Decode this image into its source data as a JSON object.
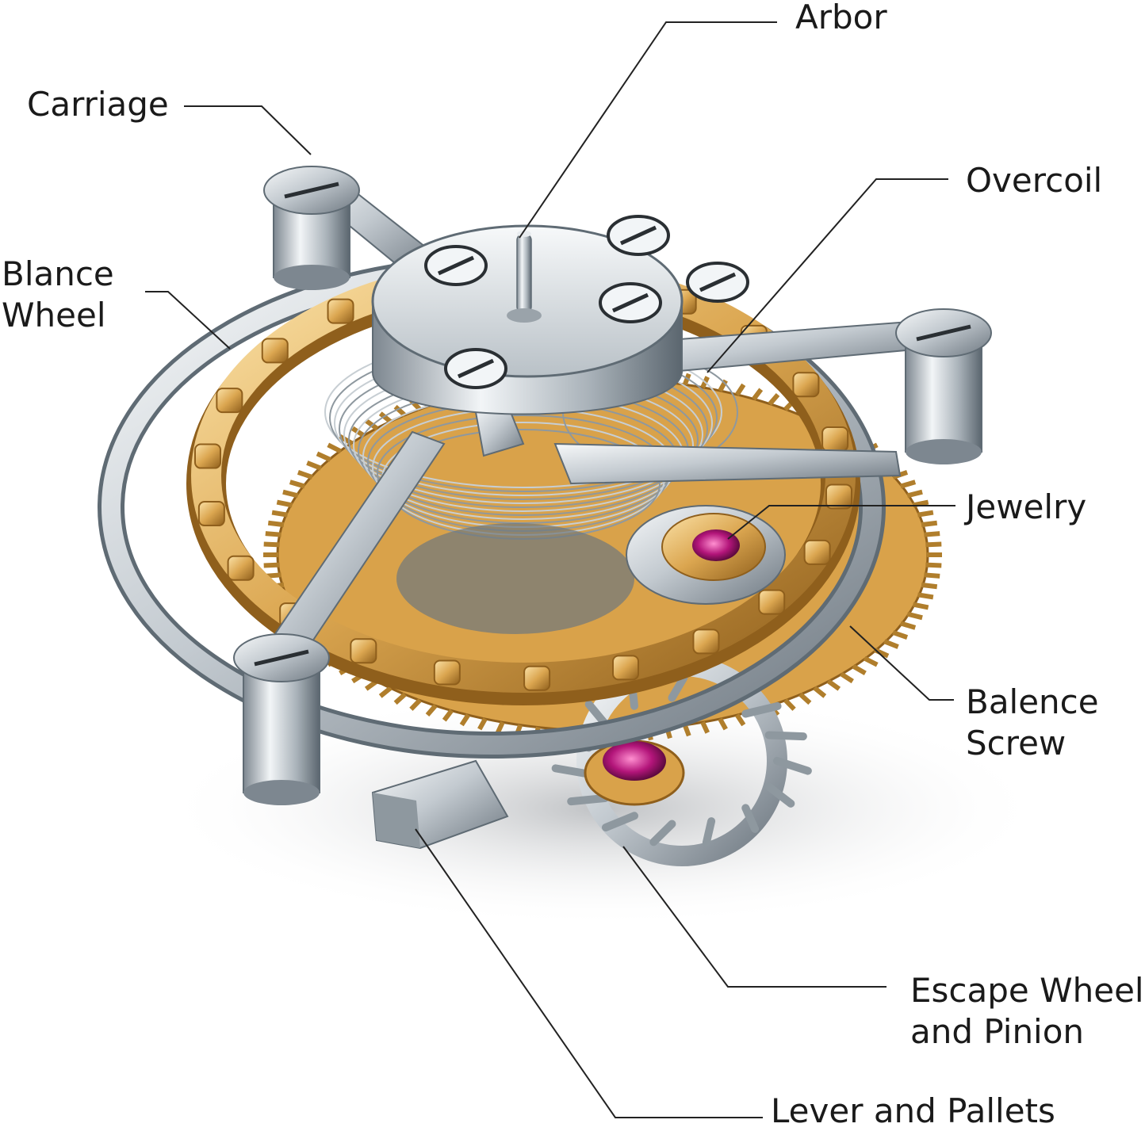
{
  "diagram": {
    "labels": {
      "arbor": "Arbor",
      "carriage": "Carriage",
      "overcoil": "Overcoil",
      "balance_wheel": [
        "Blance",
        "Wheel"
      ],
      "jewelry": "Jewelry",
      "balance_screw": [
        "Balence",
        "Screw"
      ],
      "escape_wheel": [
        "Escape Wheel",
        "and Pinion"
      ],
      "lever": "Lever and Pallets"
    },
    "colors": {
      "steel_light": "#eef1f3",
      "steel_mid": "#aab3ba",
      "steel_dark": "#5f6b74",
      "gold_light": "#f4d08a",
      "gold_mid": "#d9a24a",
      "gold_dark": "#9c6a22",
      "ruby": "#b3157a",
      "leader": "#222222"
    }
  }
}
